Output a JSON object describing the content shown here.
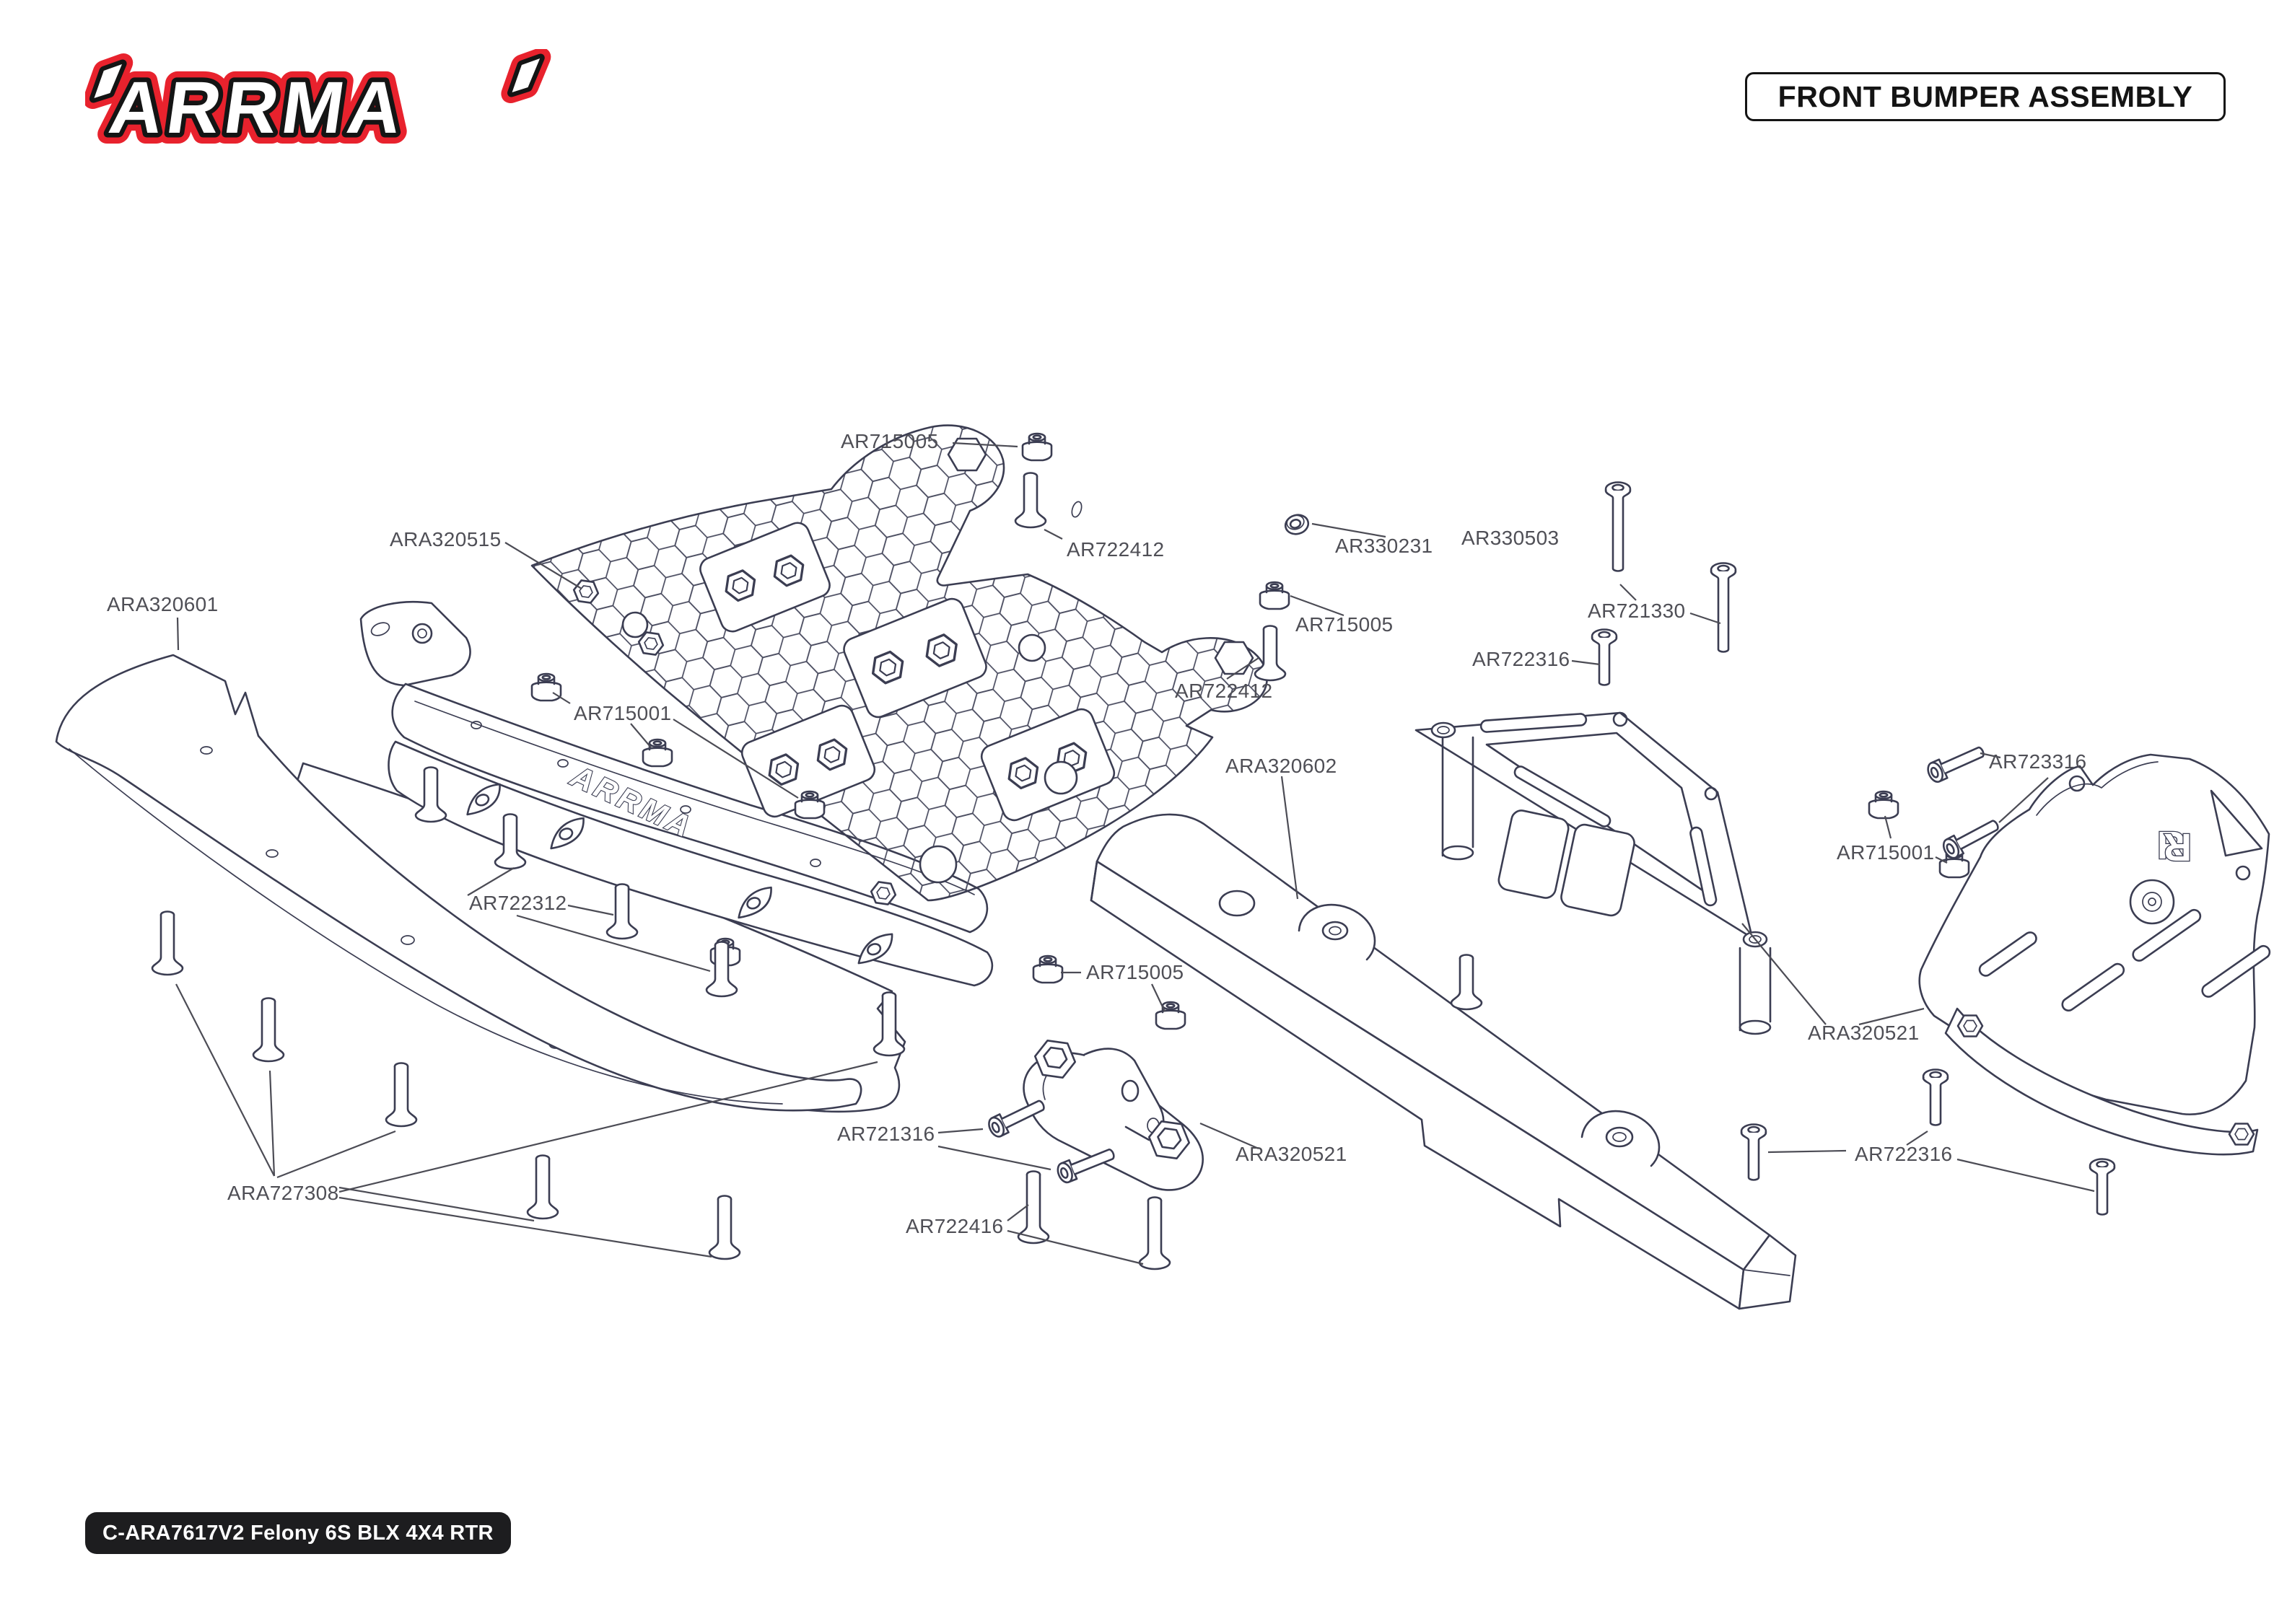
{
  "page": {
    "background": "#ffffff"
  },
  "header": {
    "brand": "ARRMA",
    "title": "FRONT BUMPER ASSEMBLY"
  },
  "footer": {
    "model": "C-ARA7617V2 Felony 6S BLX 4X4 RTR"
  },
  "colors": {
    "line_art": "#3b3d52",
    "label_text": "#4f4f56",
    "brand_red": "#e8222d",
    "brand_outline": "#141414",
    "footer_bg": "#1d1d1f",
    "title_border": "#141414"
  },
  "diagram": {
    "bumper_logo": "ARRMA",
    "skid_logo": "R",
    "labels": [
      {
        "text": "AR715005"
      },
      {
        "text": "AR722412"
      },
      {
        "text": "ARA320515"
      },
      {
        "text": "AR330231"
      },
      {
        "text": "AR330503"
      },
      {
        "text": "ARA320601"
      },
      {
        "text": "AR721330"
      },
      {
        "text": "AR715005"
      },
      {
        "text": "AR722316"
      },
      {
        "text": "AR715001"
      },
      {
        "text": "AR722412"
      },
      {
        "text": "ARA320602"
      },
      {
        "text": "AR723316"
      },
      {
        "text": "AR715001"
      },
      {
        "text": "AR722312"
      },
      {
        "text": "AR715005"
      },
      {
        "text": "ARA320521"
      },
      {
        "text": "AR721316"
      },
      {
        "text": "ARA320521"
      },
      {
        "text": "AR722316"
      },
      {
        "text": "ARA727308"
      },
      {
        "text": "AR722416"
      }
    ]
  }
}
